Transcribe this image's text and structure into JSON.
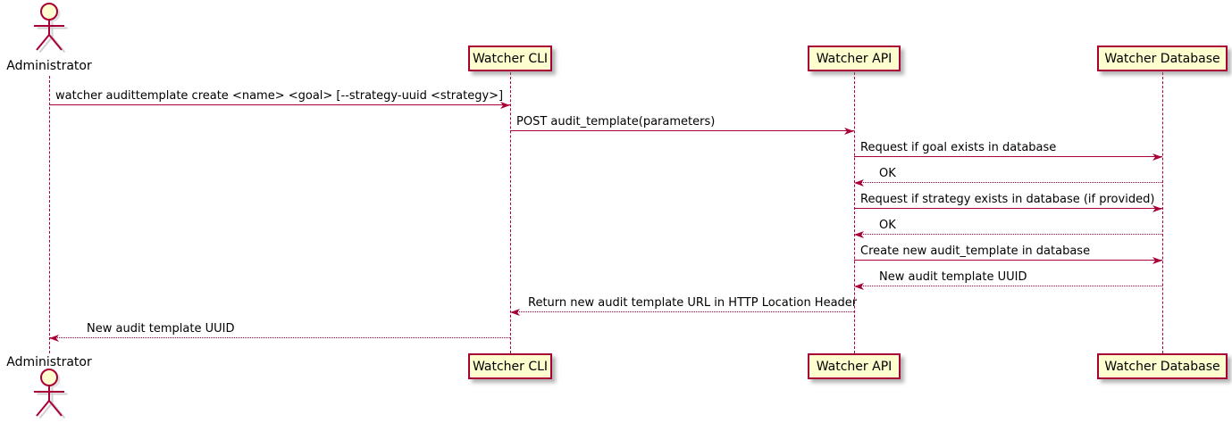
{
  "diagram_type": "uml-sequence",
  "colors": {
    "participant_fill": "#FEFECE",
    "stroke": "#A80036",
    "text": "#000000",
    "background": "#FFFFFF"
  },
  "actors": [
    {
      "name": "Administrator"
    }
  ],
  "participants": [
    {
      "label": "Watcher CLI"
    },
    {
      "label": "Watcher API"
    },
    {
      "label": "Watcher Database"
    }
  ],
  "messages": [
    {
      "from": "Administrator",
      "to": "Watcher CLI",
      "style": "solid",
      "direction": "right",
      "text": "watcher audittemplate create <name> <goal> [--strategy-uuid <strategy>]"
    },
    {
      "from": "Watcher CLI",
      "to": "Watcher API",
      "style": "solid",
      "direction": "right",
      "text": "POST audit_template(parameters)"
    },
    {
      "from": "Watcher API",
      "to": "Watcher Database",
      "style": "solid",
      "direction": "right",
      "text": "Request if goal exists in database"
    },
    {
      "from": "Watcher Database",
      "to": "Watcher API",
      "style": "dotted",
      "direction": "left",
      "text": "OK"
    },
    {
      "from": "Watcher API",
      "to": "Watcher Database",
      "style": "solid",
      "direction": "right",
      "text": "Request if strategy exists in database (if provided)"
    },
    {
      "from": "Watcher Database",
      "to": "Watcher API",
      "style": "dotted",
      "direction": "left",
      "text": "OK"
    },
    {
      "from": "Watcher API",
      "to": "Watcher Database",
      "style": "solid",
      "direction": "right",
      "text": "Create new audit_template in database"
    },
    {
      "from": "Watcher Database",
      "to": "Watcher API",
      "style": "dotted",
      "direction": "left",
      "text": "New audit template UUID"
    },
    {
      "from": "Watcher API",
      "to": "Watcher CLI",
      "style": "dotted",
      "direction": "left",
      "text": "Return new audit template URL in HTTP Location Header"
    },
    {
      "from": "Watcher CLI",
      "to": "Administrator",
      "style": "dotted",
      "direction": "left",
      "text": "New audit template UUID"
    }
  ]
}
